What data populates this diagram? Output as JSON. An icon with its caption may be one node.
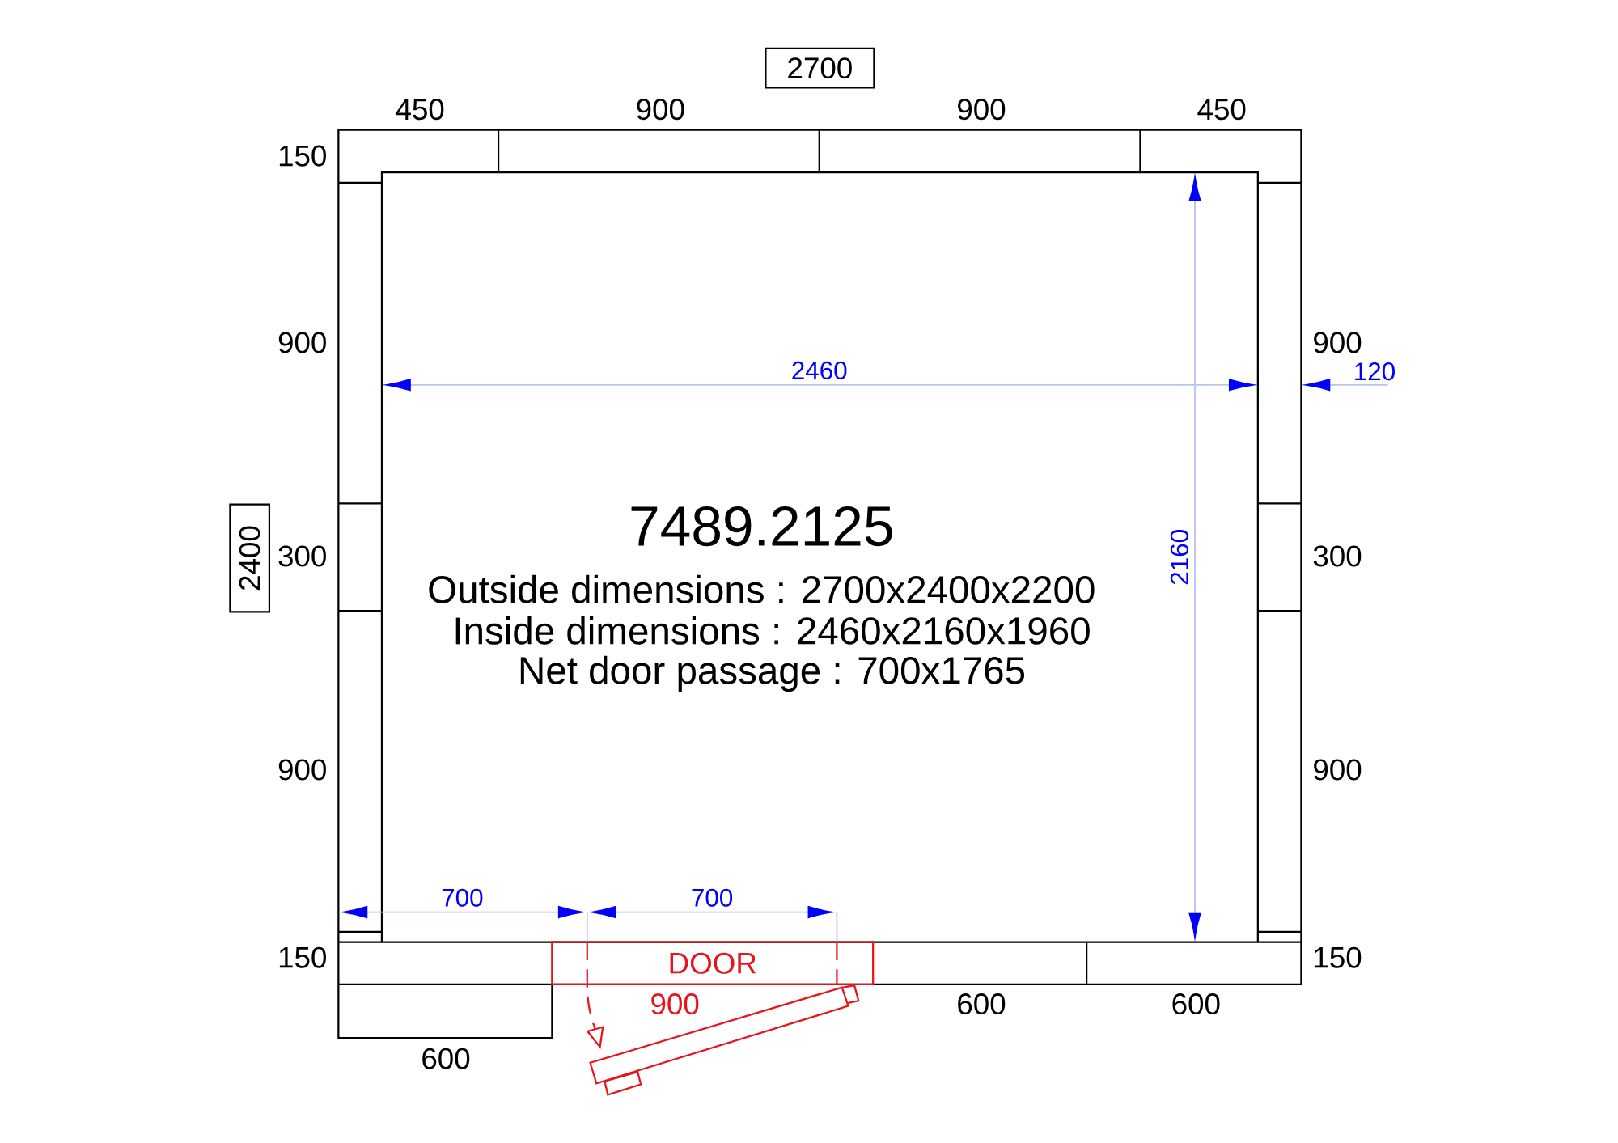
{
  "diagram": {
    "nodes": [
      {
        "text": [
          "2700"
        ]
      },
      {
        "text": [
          "2400"
        ]
      },
      {
        "text": [
          "DOOR"
        ]
      }
    ],
    "labels": [
      "450",
      "900",
      "900",
      "450",
      "150",
      "900",
      "900",
      "2460",
      "120",
      "7489.2125",
      "300",
      "2160",
      "300",
      "Outside dimensions : 2700x2400x2200",
      "Inside dimensions : 2460x2160x1960",
      "Net door passage : 700x1765",
      "900",
      "900",
      "700",
      "700",
      "150",
      "150",
      "900",
      "600",
      "600",
      "600"
    ]
  }
}
